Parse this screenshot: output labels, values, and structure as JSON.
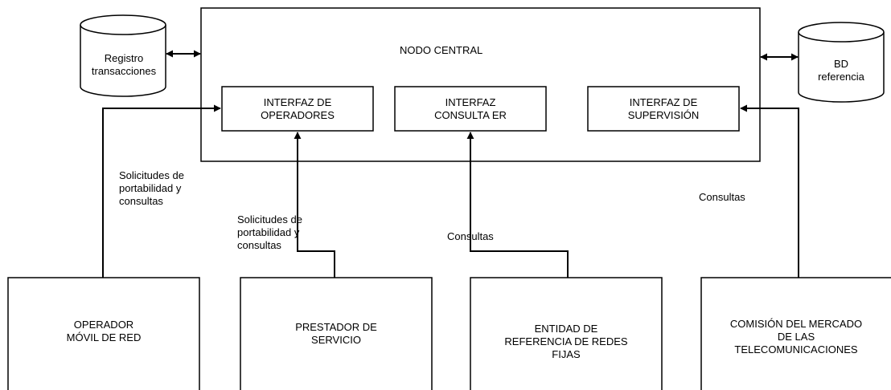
{
  "central_node": {
    "title": "NODO CENTRAL"
  },
  "databases": {
    "registry": [
      "Registro",
      "transacciones"
    ],
    "reference_db": [
      "BD",
      "referencia"
    ]
  },
  "interfaces": {
    "operators": [
      "INTERFAZ DE",
      "OPERADORES"
    ],
    "query_er": [
      "INTERFAZ",
      "CONSULTA ER"
    ],
    "supervision": [
      "INTERFAZ DE",
      "SUPERVISIÓN"
    ]
  },
  "entities": {
    "mobile_operator": [
      "OPERADOR",
      "MÓVIL DE RED"
    ],
    "service_provider": [
      "PRESTADOR DE",
      "SERVICIO"
    ],
    "fixed_network_entity": [
      "ENTIDAD DE",
      "REFERENCIA DE REDES",
      "FIJAS"
    ],
    "cmt": [
      "COMISIÓN DEL MERCADO",
      "DE LAS",
      "TELECOMUNICACIONES"
    ]
  },
  "flow_labels": {
    "mobile_operator": [
      "Solicitudes de",
      "portabilidad y",
      "consultas"
    ],
    "service_provider": [
      "Solicitudes de",
      "portabilidad y",
      "consultas"
    ],
    "fixed_network_entity": "Consultas",
    "cmt": "Consultas"
  }
}
